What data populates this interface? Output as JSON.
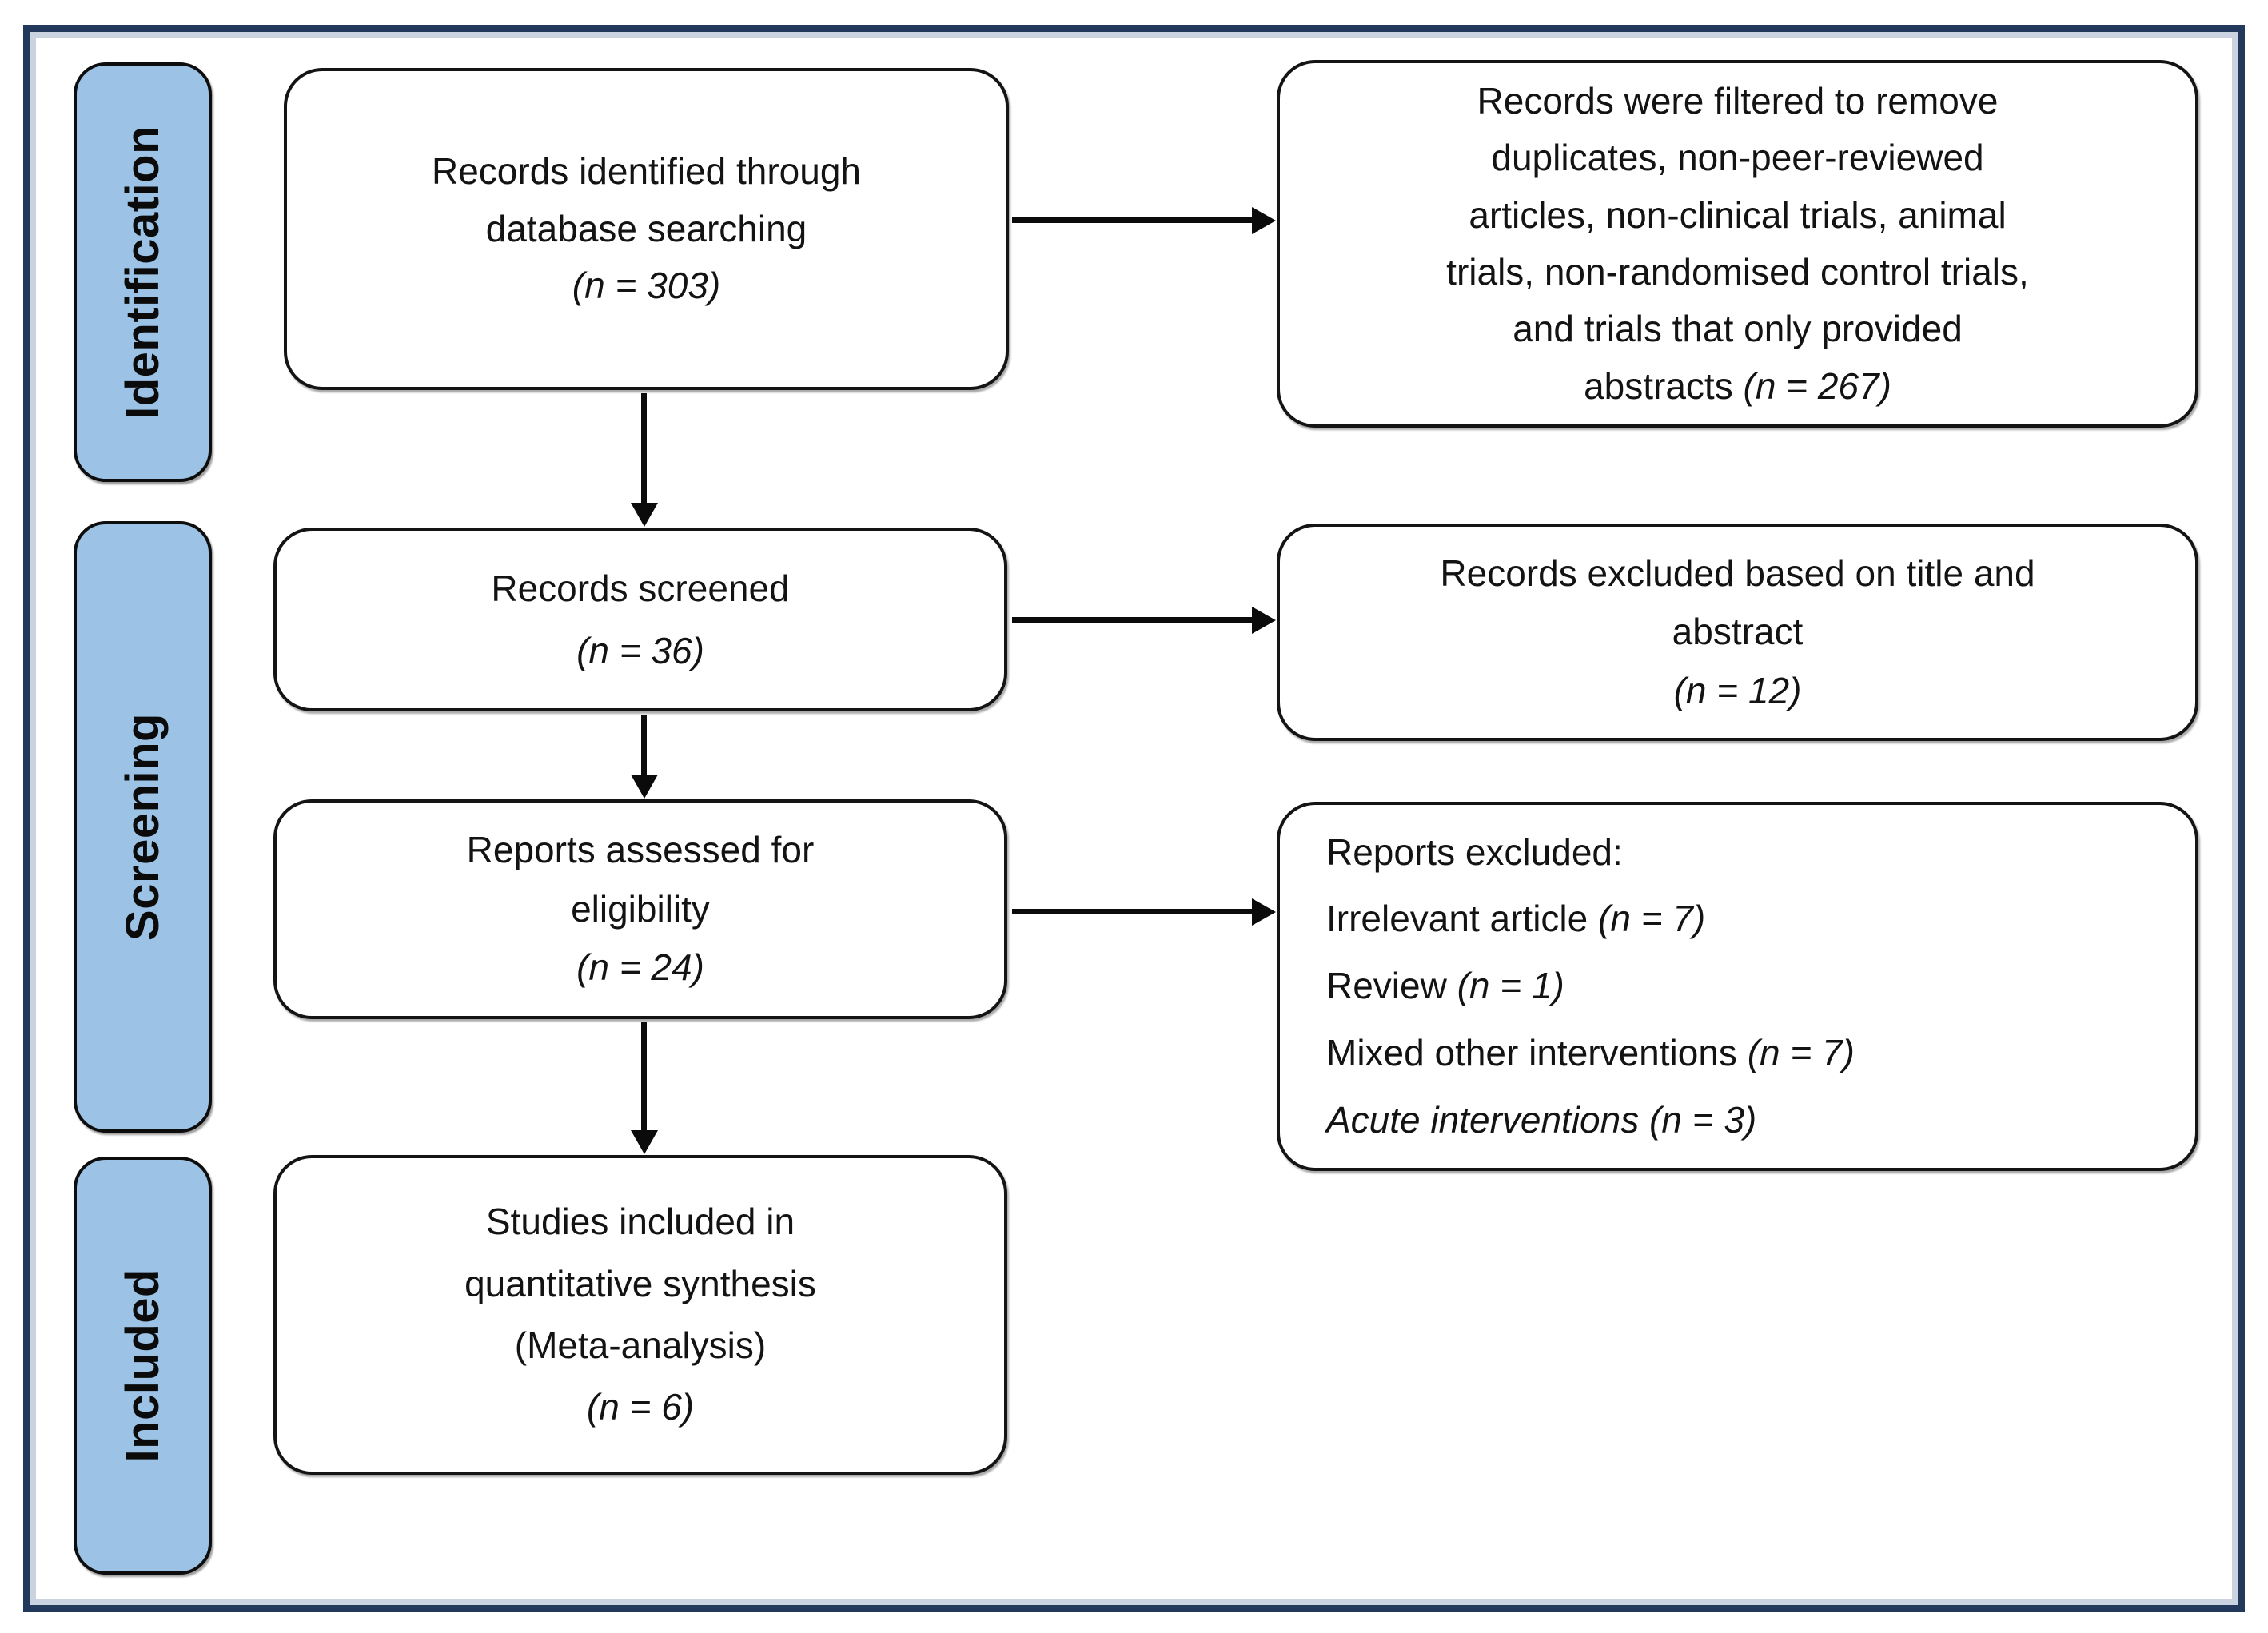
{
  "figure": {
    "type": "prisma-flow-diagram",
    "colors": {
      "sidebar_fill": "#9CC3E5",
      "frame_border": "#23395C",
      "frame_inner_line": "#CBD2E0",
      "box_border": "#141414",
      "text": "#131313"
    },
    "sidebar": {
      "identification": "Identification",
      "screening": "Screening",
      "included": "Included"
    },
    "boxes": {
      "identified": {
        "line1": "Records identified through",
        "line2": "database searching",
        "n": "(n = 303)"
      },
      "filtered": {
        "lines": [
          "Records were filtered to remove",
          "duplicates, non-peer-reviewed",
          "articles, non-clinical trials, animal",
          "trials, non-randomised control trials,",
          "and trials that only provided"
        ],
        "last": "abstracts ",
        "n": "(n = 267)"
      },
      "screened": {
        "line1": "Records screened",
        "n": "(n = 36)"
      },
      "excluded_title_abstract": {
        "line1": "Records excluded based on title and",
        "line2": "abstract",
        "n": "(n = 12)"
      },
      "assessed": {
        "line1": "Reports assessed for",
        "line2": "eligibility",
        "n": "(n = 24)"
      },
      "reports_excluded": {
        "header": "Reports excluded:",
        "items": [
          {
            "text": "Irrelevant article ",
            "n": "(n = 7)"
          },
          {
            "text": "Review ",
            "n": "(n = 1)"
          },
          {
            "text": "Mixed other interventions ",
            "n": "(n = 7)"
          },
          {
            "text": "Acute interventions ",
            "n": "(n = 3)"
          }
        ]
      },
      "included_studies": {
        "line1": "Studies included in",
        "line2": "quantitative synthesis",
        "line3": "(Meta-analysis)",
        "n": "(n = 6)"
      }
    }
  }
}
